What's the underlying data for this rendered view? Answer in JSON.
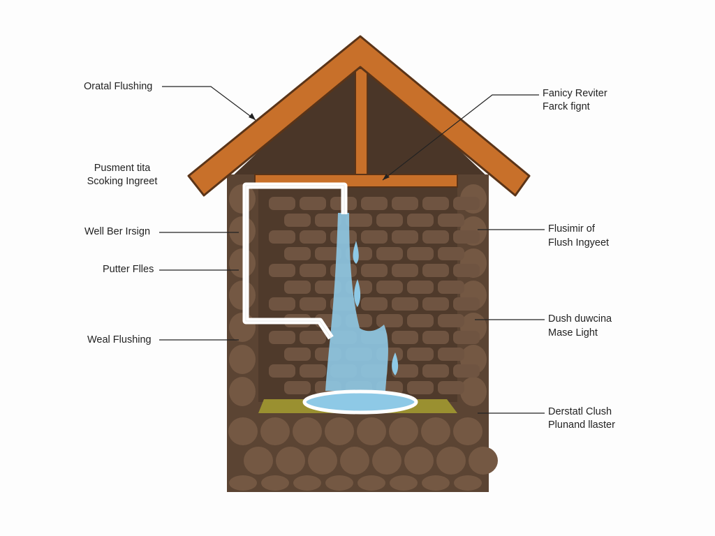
{
  "labels": {
    "orata_flushing": "Oratal Flushing",
    "pusment_1": "Pusment tita",
    "pusment_2": "Scoking Ingreet",
    "well_ber": "Well Ber Irsign",
    "putter": "Putter Flles",
    "weal": "Weal Flushing",
    "fanicy_1": "Fanicy Reviter",
    "fanicy_2": "Farck fignt",
    "flusimir_1": "Flusimir of",
    "flusimir_2": "Flush Ingyeet",
    "dush_1": "Dush duwcina",
    "dush_2": "Mase Light",
    "derstatl_1": "Derstatl Clush",
    "derstatl_2": "Plunand llaster"
  },
  "colors": {
    "roof": "#c8702a",
    "roof_outline": "#5a3418",
    "wall": "#5b4433",
    "stone": "#7a5d47",
    "attic": "#4a3628",
    "water": "#8ec9e6",
    "pipe": "#ffffff",
    "floor": "#9a9030"
  }
}
